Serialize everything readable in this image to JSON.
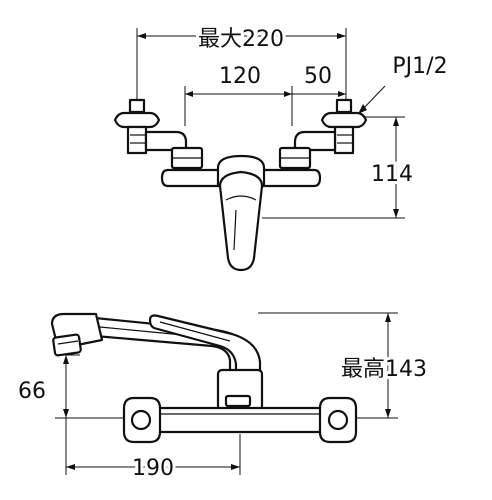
{
  "dimensions": {
    "max_width": "最大220",
    "center_spacing": "120",
    "offset": "50",
    "thread": "PJ1/2",
    "height_top": "114",
    "max_height": "最高143",
    "spout_height": "66",
    "spout_reach": "190"
  }
}
